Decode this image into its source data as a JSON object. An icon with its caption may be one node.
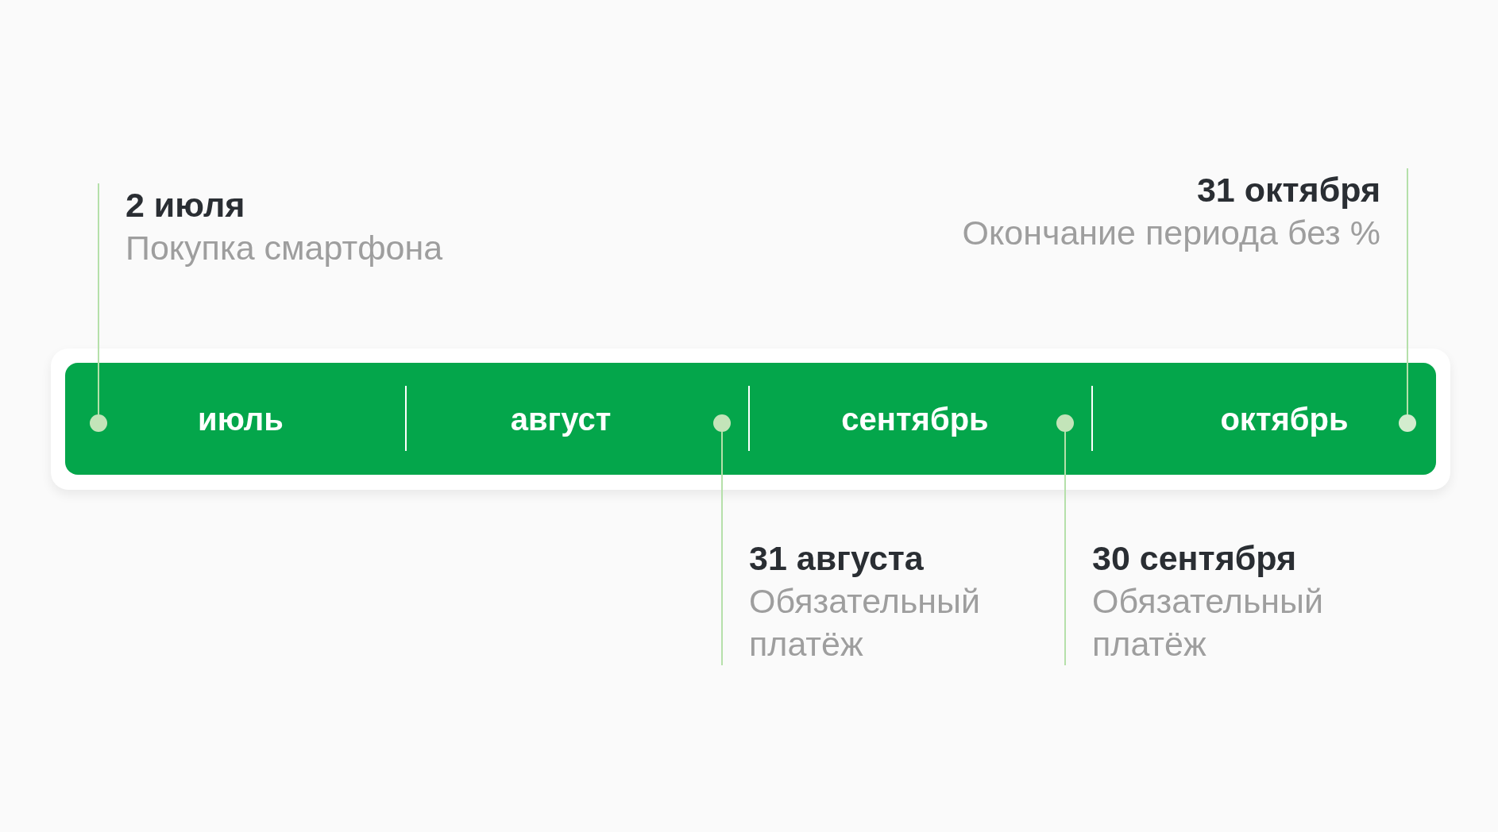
{
  "diagram": {
    "nodes": [
      {
        "text": [
          "2 июля",
          "Покупка смартфона"
        ]
      },
      {
        "text": [
          "31 октября",
          "Окончание периода без %"
        ]
      },
      {
        "text": [
          "июль"
        ]
      },
      {
        "text": [],
        "shape": "circle",
        "in": 2
      },
      {
        "text": [
          "август"
        ]
      },
      {
        "text": [],
        "shape": "circle",
        "in": 4
      },
      {
        "text": [
          "сентябрь"
        ]
      },
      {
        "text": [],
        "shape": "circle",
        "in": 6
      },
      {
        "text": [
          "октябрь"
        ]
      },
      {
        "text": [],
        "shape": "circle",
        "in": 8
      },
      {
        "text": [
          "31 августа",
          "Обязательный платёж"
        ]
      },
      {
        "text": [
          "30 сентября",
          "Обязательный платёж"
        ]
      }
    ],
    "edges": [
      {
        "from": 0,
        "to": 3,
        "arrow": "none"
      },
      {
        "from": 1,
        "to": 9,
        "arrow": "none"
      },
      {
        "from": 10,
        "to": 5,
        "arrow": "none"
      },
      {
        "from": 11,
        "to": 7,
        "arrow": "none"
      }
    ]
  }
}
